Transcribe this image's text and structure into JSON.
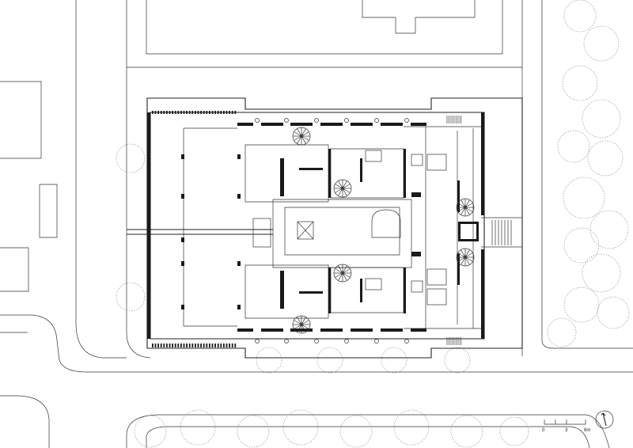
{
  "scale_bar": {
    "ticks": [
      "0",
      "3",
      "6m"
    ]
  },
  "north_arrow": {
    "glyph": "north-arrow-icon"
  },
  "colors": {
    "line": "#222222",
    "tree": "#888888",
    "background": "#ffffff"
  }
}
